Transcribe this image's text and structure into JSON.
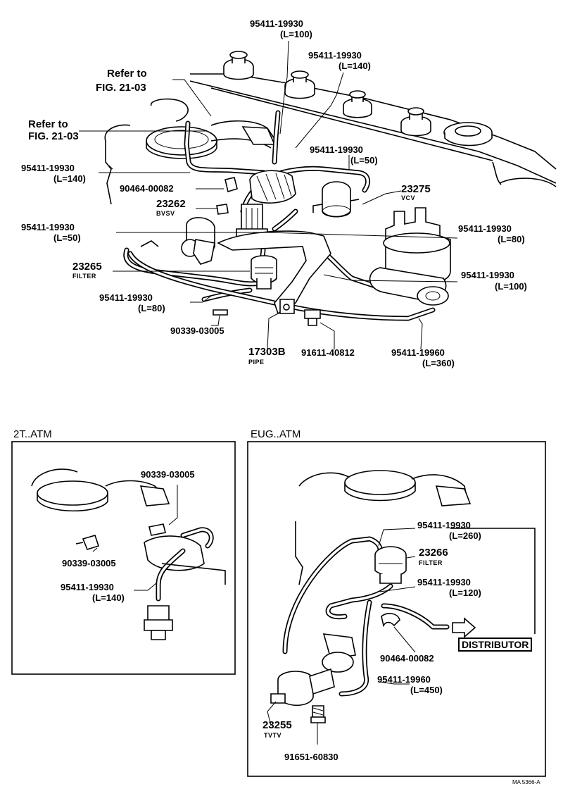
{
  "main_labels": [
    {
      "id": "l1a",
      "text": "95411-19930"
    },
    {
      "id": "l1b",
      "text": "(L=100)"
    },
    {
      "id": "l2a",
      "text": "95411-19930"
    },
    {
      "id": "l2b",
      "text": "(L=140)"
    },
    {
      "id": "l3a",
      "text": "Refer to"
    },
    {
      "id": "l3b",
      "text": "FIG. 21-03"
    },
    {
      "id": "l4a",
      "text": "Refer to"
    },
    {
      "id": "l4b",
      "text": "FIG. 21-03"
    },
    {
      "id": "l5a",
      "text": "95411-19930"
    },
    {
      "id": "l5b",
      "text": "(L=50)"
    },
    {
      "id": "l6a",
      "text": "95411-19930"
    },
    {
      "id": "l6b",
      "text": "(L=140)"
    },
    {
      "id": "l7",
      "text": "90464-00082"
    },
    {
      "id": "l8a",
      "text": "23262"
    },
    {
      "id": "l8b",
      "text": "BVSV"
    },
    {
      "id": "l9a",
      "text": "23275"
    },
    {
      "id": "l9b",
      "text": "VCV"
    },
    {
      "id": "l10a",
      "text": "95411-19930"
    },
    {
      "id": "l10b",
      "text": "(L=50)"
    },
    {
      "id": "l11a",
      "text": "95411-19930"
    },
    {
      "id": "l11b",
      "text": "(L=80)"
    },
    {
      "id": "l12a",
      "text": "23265"
    },
    {
      "id": "l12b",
      "text": "FILTER"
    },
    {
      "id": "l13a",
      "text": "95411-19930"
    },
    {
      "id": "l13b",
      "text": "(L=100)"
    },
    {
      "id": "l14a",
      "text": "95411-19930"
    },
    {
      "id": "l14b",
      "text": "(L=80)"
    },
    {
      "id": "l15",
      "text": "90339-03005"
    },
    {
      "id": "l16a",
      "text": "17303B"
    },
    {
      "id": "l16b",
      "text": "PIPE"
    },
    {
      "id": "l17",
      "text": "91611-40812"
    },
    {
      "id": "l18a",
      "text": "95411-19960"
    },
    {
      "id": "l18b",
      "text": "(L=360)"
    }
  ],
  "panel_2t": {
    "title": "2T..ATM",
    "labels": [
      {
        "id": "p1",
        "text": "90339-03005"
      },
      {
        "id": "p2",
        "text": "90339-03005"
      },
      {
        "id": "p3a",
        "text": "95411-19930"
      },
      {
        "id": "p3b",
        "text": "(L=140)"
      }
    ]
  },
  "panel_eug": {
    "title": "EUG..ATM",
    "labels": [
      {
        "id": "e1a",
        "text": "95411-19930"
      },
      {
        "id": "e1b",
        "text": "(L=260)"
      },
      {
        "id": "e2a",
        "text": "23266"
      },
      {
        "id": "e2b",
        "text": "FILTER"
      },
      {
        "id": "e3a",
        "text": "95411-19930"
      },
      {
        "id": "e3b",
        "text": "(L=120)"
      },
      {
        "id": "e4",
        "text": "90464-00082"
      },
      {
        "id": "e5a",
        "text": "95411-19960"
      },
      {
        "id": "e5b",
        "text": "(L=450)"
      },
      {
        "id": "e6a",
        "text": "23255"
      },
      {
        "id": "e6b",
        "text": "TVTV"
      },
      {
        "id": "e7",
        "text": "91651-60830"
      }
    ],
    "distributor_label": "DISTRIBUTOR"
  },
  "figure_code": "MA 5366-A"
}
